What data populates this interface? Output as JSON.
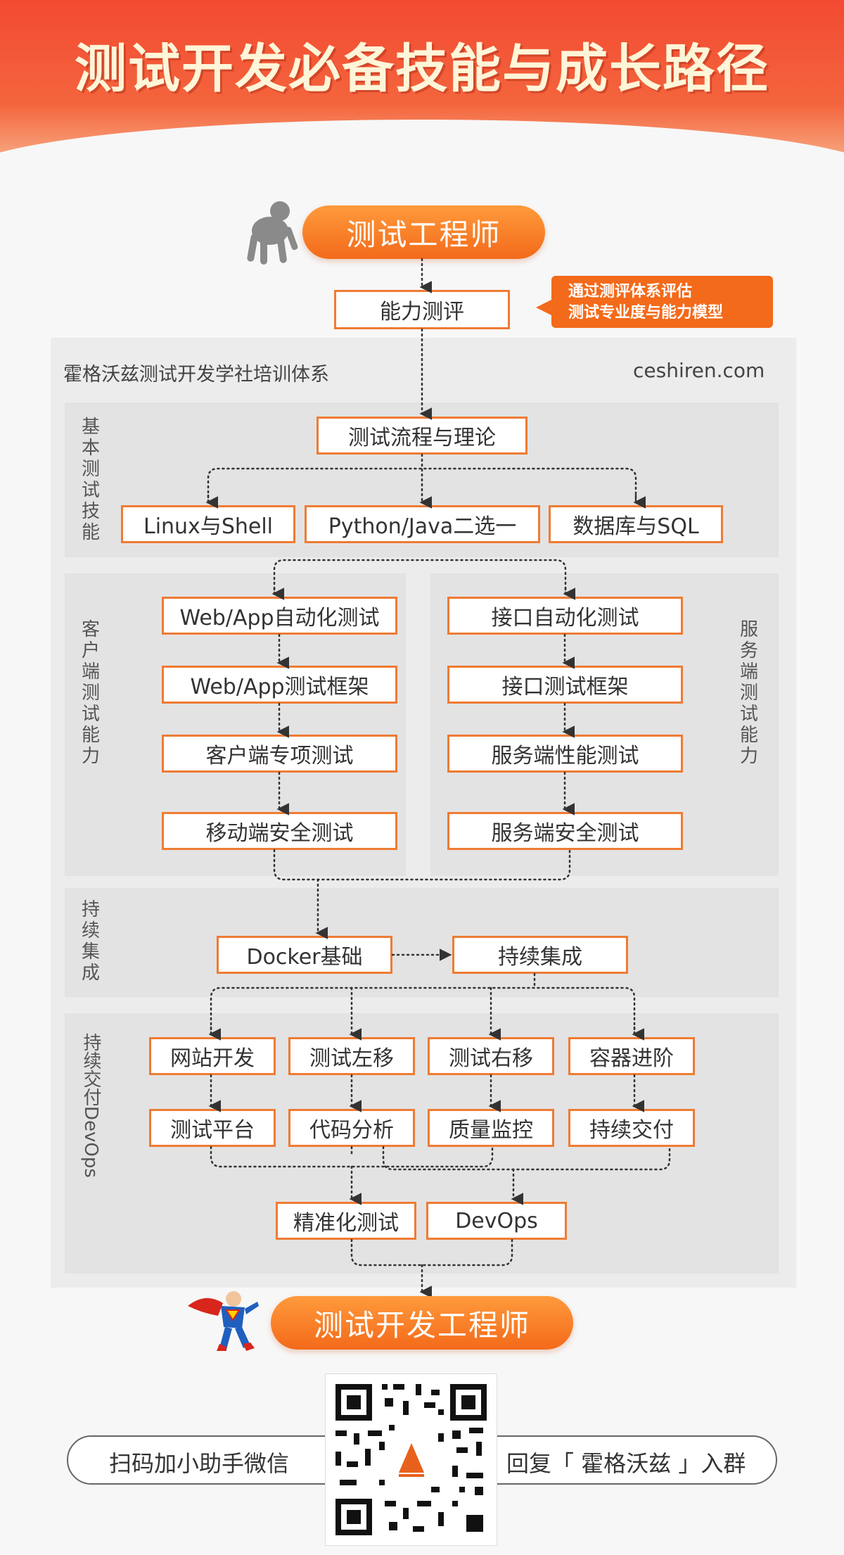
{
  "title": "测试开发必备技能与成长路径",
  "start": {
    "label": "测试工程师",
    "icon": "ape-icon"
  },
  "assessment": {
    "label": "能力测评",
    "callout_lines": [
      "通过测评体系评估",
      "测试专业度与能力模型"
    ]
  },
  "system": {
    "name": "霍格沃兹测试开发学社培训体系",
    "site": "ceshiren.com"
  },
  "basic": {
    "section_label": "基本测试技能",
    "top": "测试流程与理论",
    "items": [
      "Linux与Shell",
      "Python/Java二选一",
      "数据库与SQL"
    ]
  },
  "client": {
    "section_label": "客户端测试能力",
    "items": [
      "Web/App自动化测试",
      "Web/App测试框架",
      "客户端专项测试",
      "移动端安全测试"
    ]
  },
  "server": {
    "section_label": "服务端测试能力",
    "items": [
      "接口自动化测试",
      "接口测试框架",
      "服务端性能测试",
      "服务端安全测试"
    ]
  },
  "ci": {
    "section_label": "持续集成",
    "items": [
      "Docker基础",
      "持续集成"
    ]
  },
  "cd": {
    "section_label": "持续交付DevOps",
    "row1": [
      "网站开发",
      "测试左移",
      "测试右移",
      "容器进阶"
    ],
    "row2": [
      "测试平台",
      "代码分析",
      "质量监控",
      "持续交付"
    ],
    "row3": [
      "精准化测试",
      "DevOps"
    ]
  },
  "end": {
    "label": "测试开发工程师",
    "icon": "superhero-icon"
  },
  "footer": {
    "left_text": "扫码加小助手微信",
    "right_text": "回复「 霍格沃兹 」入群",
    "qr_icon": "qr-code-icon"
  },
  "colors": {
    "accent": "#ef7b33",
    "header": "#f24a32",
    "title_text": "#fff5d8"
  }
}
